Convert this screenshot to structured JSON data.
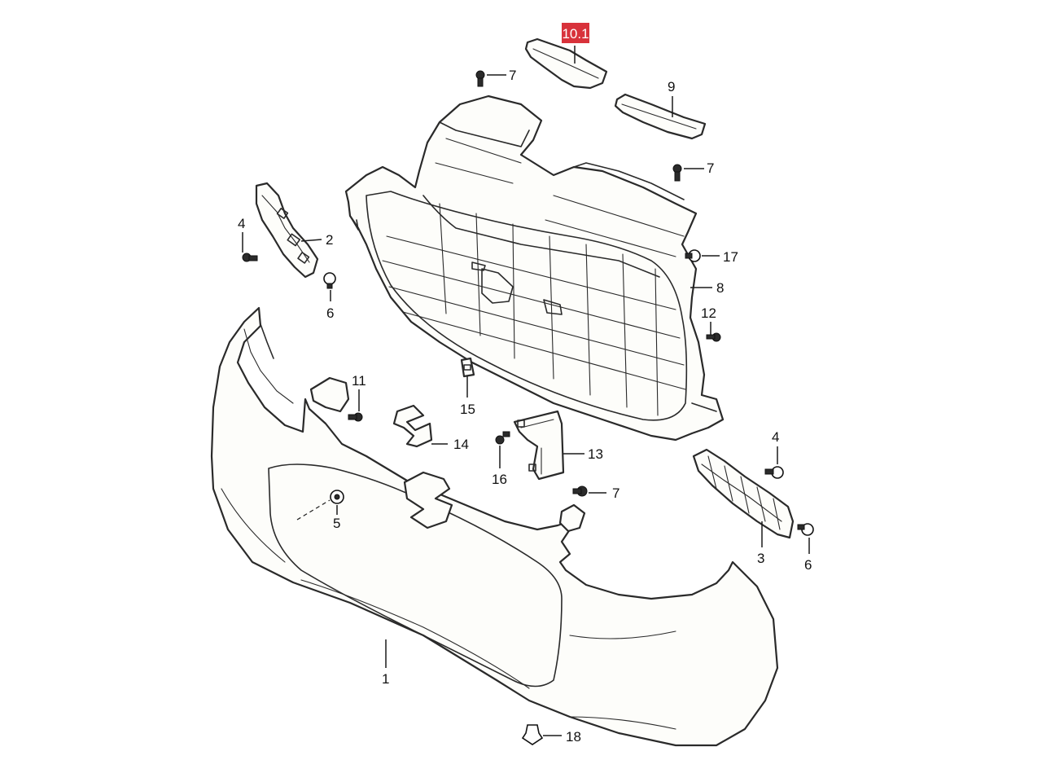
{
  "callouts": {
    "part_1": "1",
    "part_2": "2",
    "part_3": "3",
    "part_4_left": "4",
    "part_4_right": "4",
    "part_5": "5",
    "part_6_left": "6",
    "part_6_right": "6",
    "part_7_top": "7",
    "part_7_right": "7",
    "part_7_lower": "7",
    "part_8": "8",
    "part_9": "9",
    "part_10_1": "10.1",
    "part_11": "11",
    "part_12": "12",
    "part_13": "13",
    "part_14": "14",
    "part_15": "15",
    "part_16": "16",
    "part_17": "17",
    "part_18": "18"
  },
  "colors": {
    "highlight": "#d8323b",
    "line": "#2a2a2a",
    "background": "#ffffff"
  }
}
